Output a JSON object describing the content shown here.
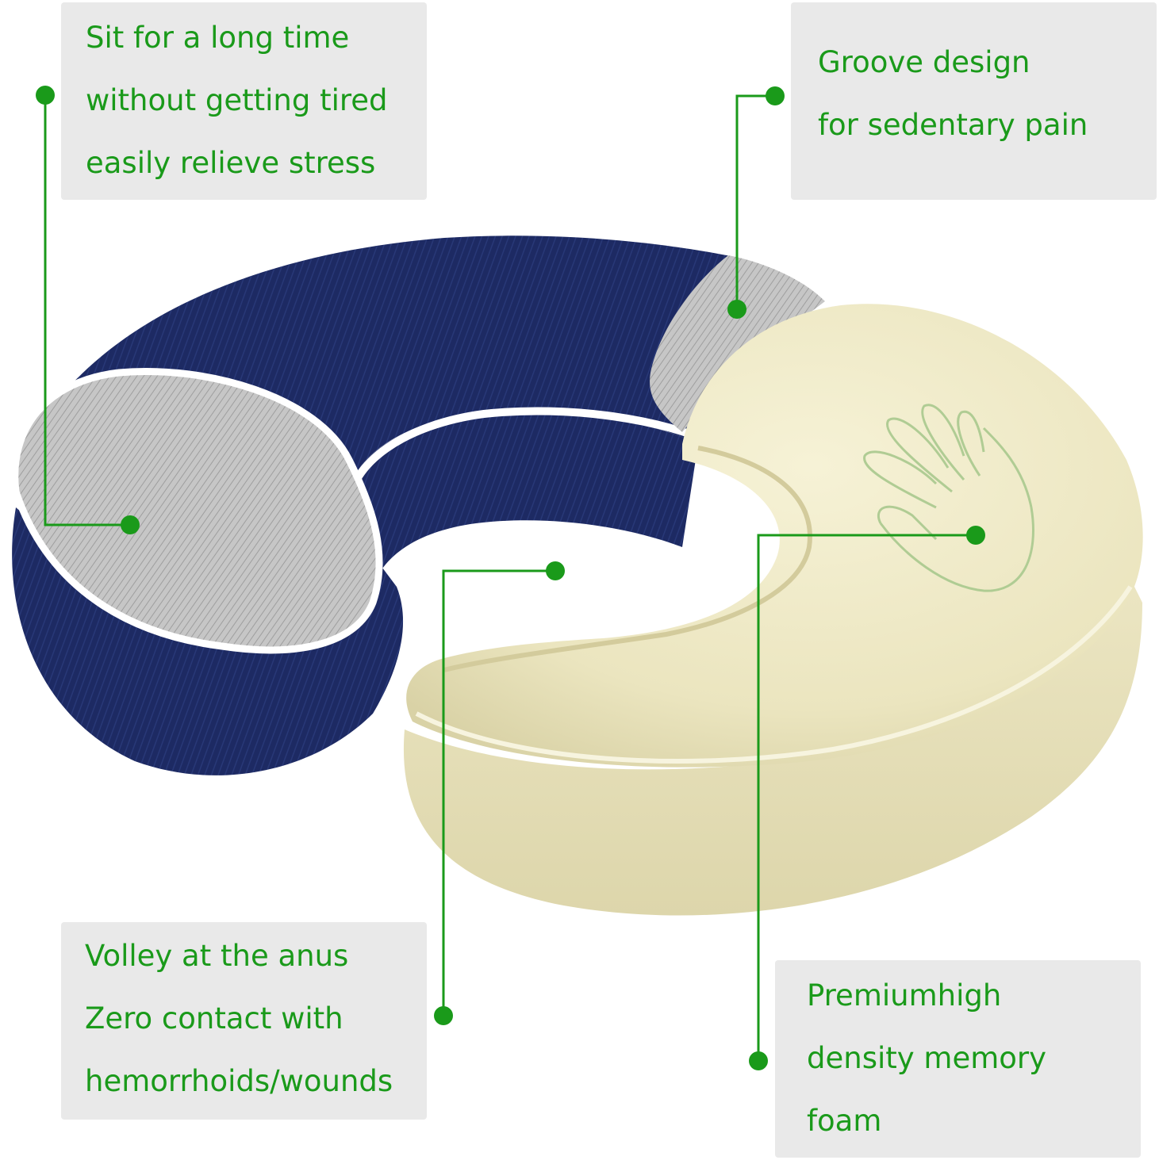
{
  "colors": {
    "accent": "#1a9a1a",
    "label_bg": "#e9e9e9",
    "cover_navy": "#1d2a63",
    "mesh_grey": "#bdbdbd",
    "foam": "#ece7c2"
  },
  "callouts": {
    "top_left": [
      "Sit for a long time",
      "without getting tired",
      "easily relieve stress"
    ],
    "top_right": [
      "Groove design",
      "for sedentary pain"
    ],
    "bottom_left": [
      "Volley at the anus",
      "Zero contact with",
      "hemorrhoids/wounds"
    ],
    "bottom_right": [
      "Premiumhigh",
      "density memory",
      "foam"
    ]
  }
}
